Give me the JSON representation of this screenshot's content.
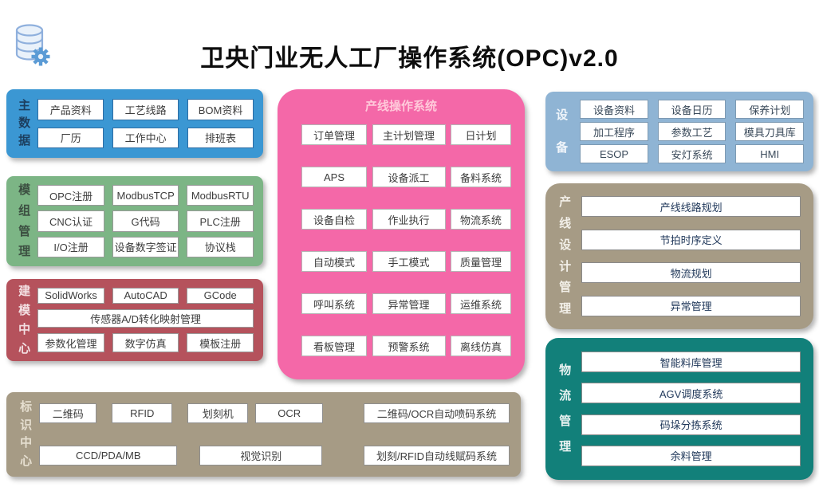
{
  "title": "卫央门业无人工厂操作系统(OPC)v2.0",
  "header_icon": "database-gear-icon",
  "colors": {
    "master_data_bg": "#3b97d3",
    "module_mgmt_bg": "#7cb585",
    "modeling_center_bg": "#b5525c",
    "marking_center_bg": "#a69b85",
    "line_os_bg": "#f468a8",
    "line_os_header_text": "#ffc9da",
    "equipment_bg": "#8fb4d4",
    "line_design_bg": "#a69b85",
    "logistics_bg": "#12807a",
    "master_box_border": "#2e6da4",
    "right_box_text": "#21395b"
  },
  "panels": {
    "master_data": {
      "label": "主数据",
      "boxes": [
        "产品资料",
        "工艺线路",
        "BOM资料",
        "厂历",
        "工作中心",
        "排班表"
      ]
    },
    "module_mgmt": {
      "label": "模组管理",
      "boxes": [
        "OPC注册",
        "ModbusTCP",
        "ModbusRTU",
        "CNC认证",
        "G代码",
        "PLC注册",
        "I/O注册",
        "设备数字签证",
        "协议栈"
      ]
    },
    "modeling_center": {
      "label": "建模中心",
      "boxes": [
        "SolidWorks",
        "AutoCAD",
        "GCode",
        "传感器A/D转化映射管理",
        "参数化管理",
        "数字仿真",
        "模板注册"
      ]
    },
    "marking_center": {
      "label": "标识中心",
      "boxes": [
        "二维码",
        "RFID",
        "划刻机",
        "OCR",
        "二维码/OCR自动喷码系统",
        "CCD/PDA/MB",
        "视觉识别",
        "划刻/RFID自动线赋码系统"
      ]
    },
    "line_os": {
      "header": "产线操作系统",
      "boxes": [
        "订单管理",
        "主计划管理",
        "日计划",
        "APS",
        "设备派工",
        "备料系统",
        "设备自检",
        "作业执行",
        "物流系统",
        "自动模式",
        "手工模式",
        "质量管理",
        "呼叫系统",
        "异常管理",
        "运维系统",
        "看板管理",
        "预警系统",
        "离线仿真"
      ]
    },
    "equipment": {
      "label": "设备",
      "boxes": [
        "设备资料",
        "设备日历",
        "保养计划",
        "加工程序",
        "参数工艺",
        "模具刀具库",
        "ESOP",
        "安灯系统",
        "HMI"
      ]
    },
    "line_design": {
      "label": "产线设计管理",
      "boxes": [
        "产线线路规划",
        "节拍时序定义",
        "物流规划",
        "异常管理"
      ]
    },
    "logistics": {
      "label": "物流管理",
      "boxes": [
        "智能料库管理",
        "AGV调度系统",
        "码垛分拣系统",
        "余料管理"
      ]
    }
  }
}
